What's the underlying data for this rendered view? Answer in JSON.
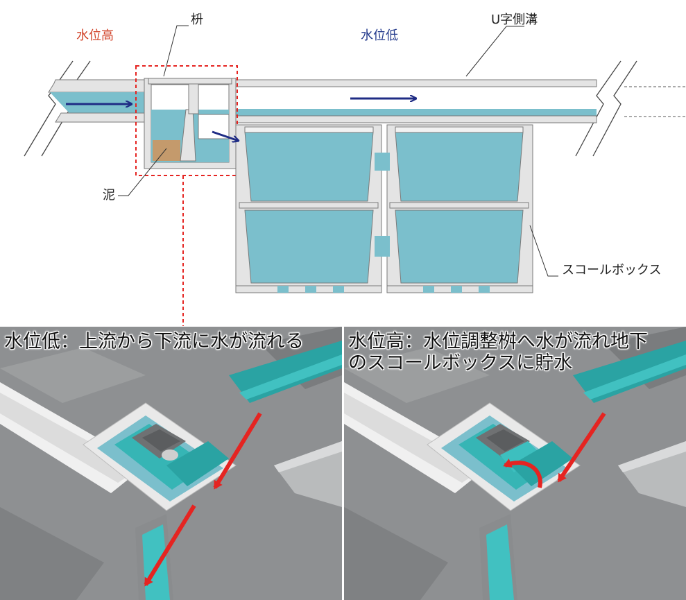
{
  "top": {
    "label_high": "水位高",
    "label_low": "水位低",
    "label_basin": "枡",
    "label_channel": "U字側溝",
    "label_mud": "泥",
    "label_box": "スコールボックス"
  },
  "panels": [
    {
      "caption_line1": "水位低：上流から下流に水が流れる",
      "caption_line2": ""
    },
    {
      "caption_line1": "水位高：水位調整桝へ水が流れ地下",
      "caption_line2": "のスコールボックスに貯水"
    }
  ],
  "colors": {
    "water": "#7bbfcc",
    "concrete": "#e4e4e4",
    "outline": "#7a7a7a",
    "mud": "#c49a6c",
    "flow_arrow": "#1f2c85",
    "red_arrow": "#e52421",
    "red_dash": "#e52421",
    "teal_3d": "#36b5b5",
    "gray_3d": "#8e9092",
    "label_high_color": "#d2452b",
    "label_low_color": "#233a8c"
  },
  "icons": [
    "flow-arrow-icon",
    "red-arrow-icon",
    "curved-arrow-icon"
  ]
}
